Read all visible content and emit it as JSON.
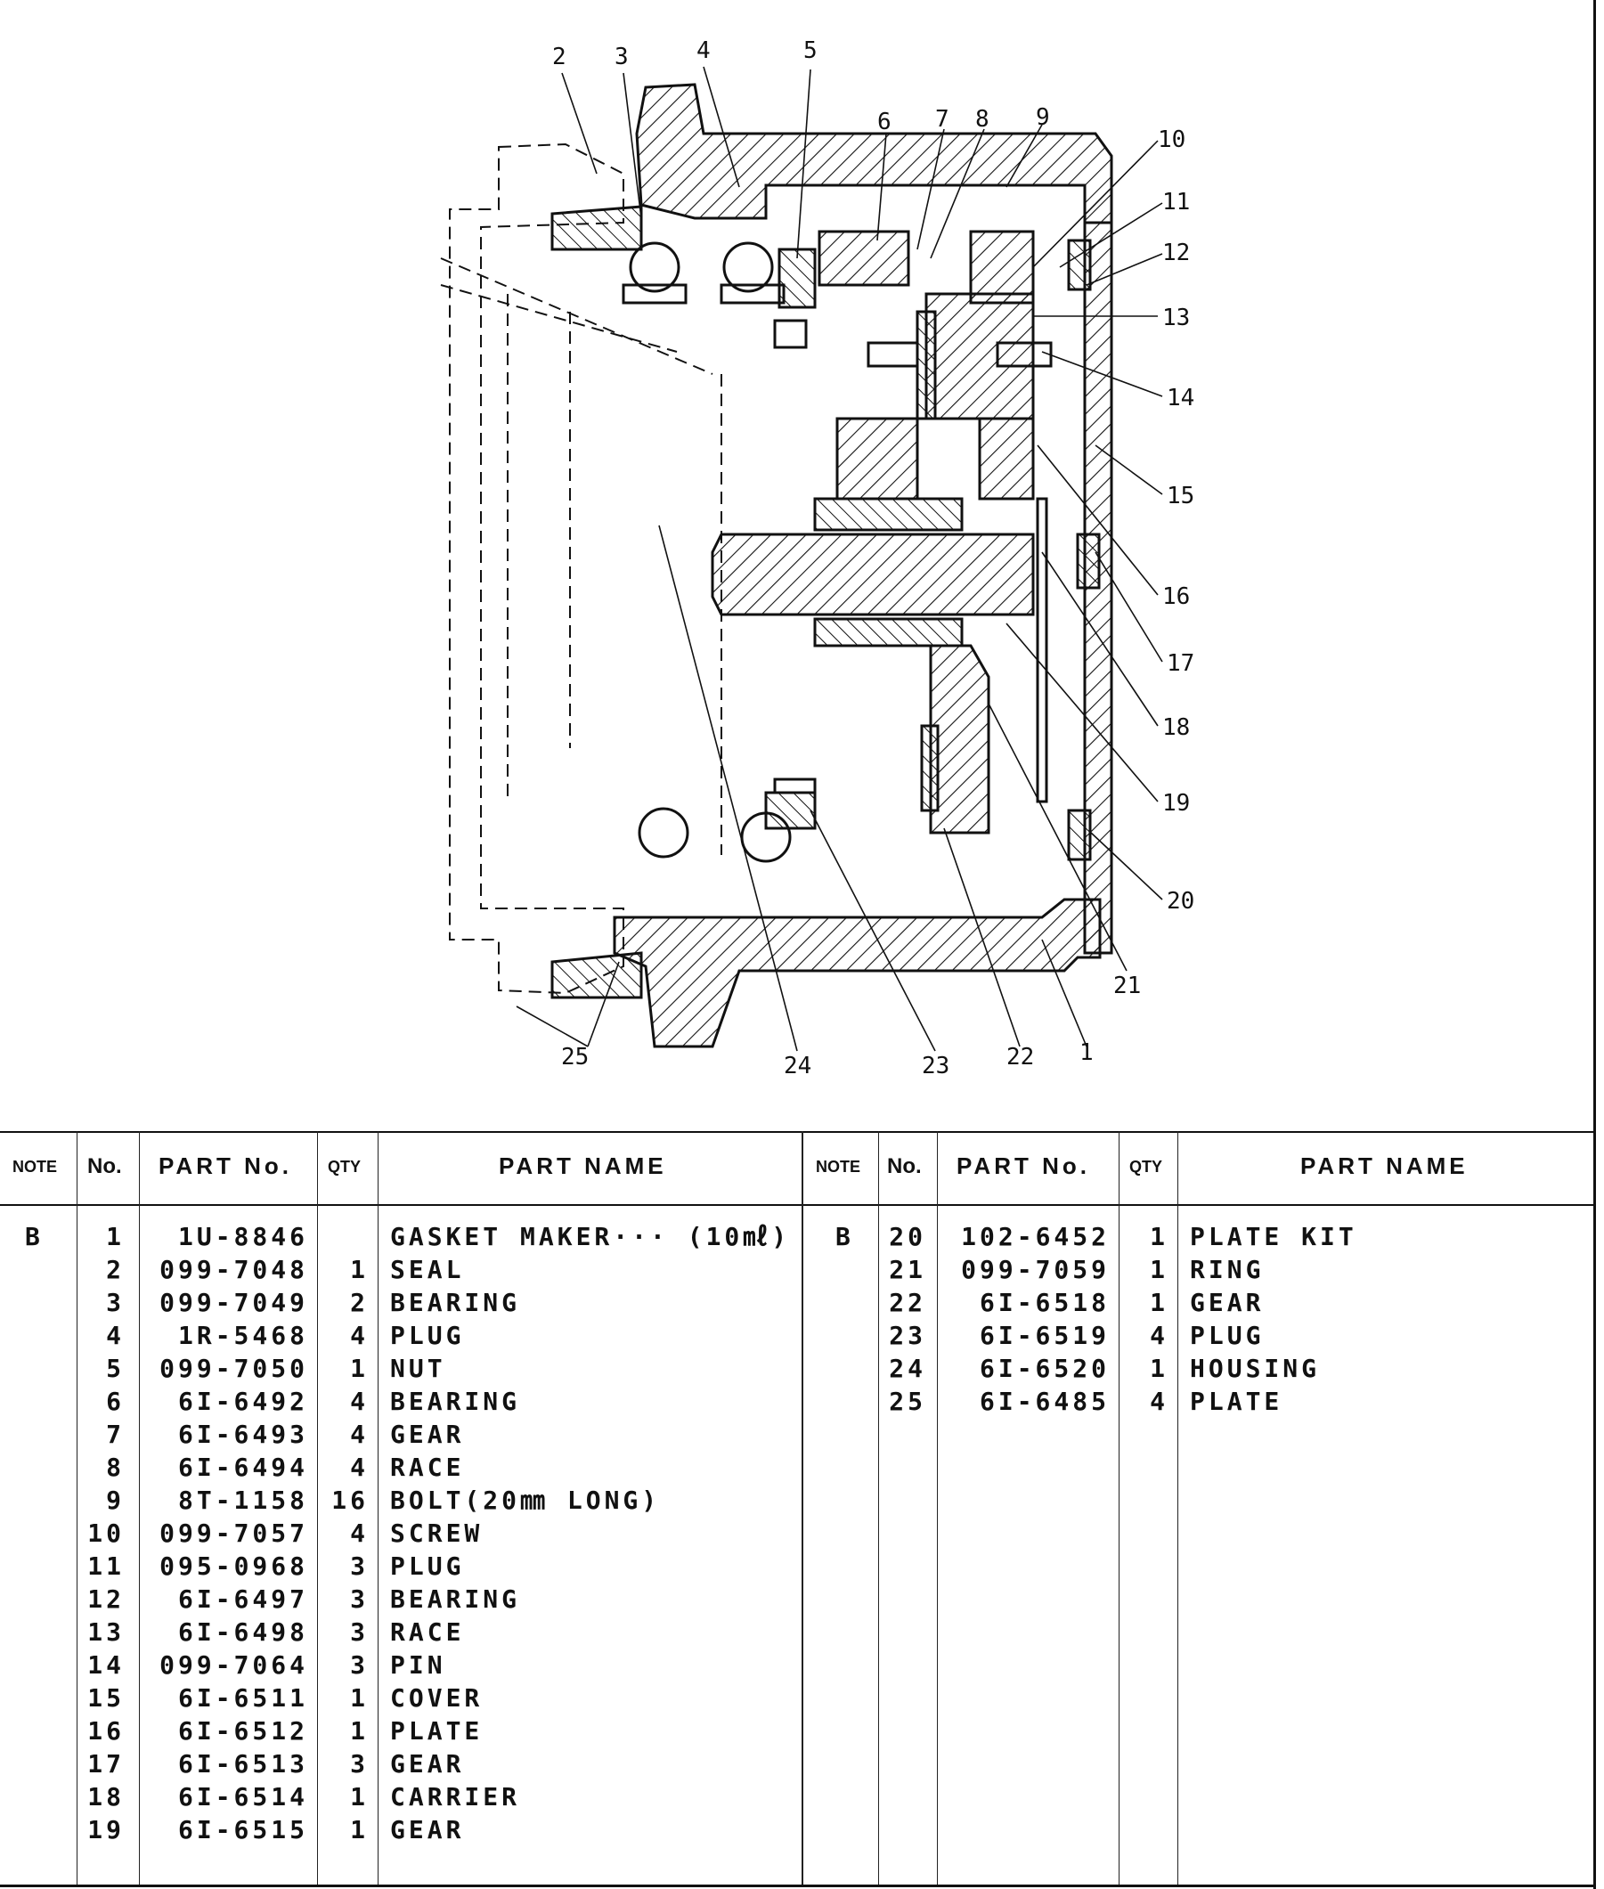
{
  "callouts": [
    "1",
    "2",
    "3",
    "4",
    "5",
    "6",
    "7",
    "8",
    "9",
    "10",
    "11",
    "12",
    "13",
    "14",
    "15",
    "16",
    "17",
    "18",
    "19",
    "20",
    "21",
    "22",
    "23",
    "24",
    "25"
  ],
  "table": {
    "headers": {
      "note": "NOTE",
      "no": "No.",
      "part_no": "PART No.",
      "qty": "QTY",
      "part_name": "PART NAME"
    },
    "left_rows": [
      {
        "note": "B",
        "no": "1",
        "part_no": "1U-8846",
        "qty": "",
        "name": "GASKET MAKER··· (10㎖)"
      },
      {
        "note": "",
        "no": "2",
        "part_no": "099-7048",
        "qty": "1",
        "name": "SEAL"
      },
      {
        "note": "",
        "no": "3",
        "part_no": "099-7049",
        "qty": "2",
        "name": "BEARING"
      },
      {
        "note": "",
        "no": "4",
        "part_no": "1R-5468",
        "qty": "4",
        "name": "PLUG"
      },
      {
        "note": "",
        "no": "5",
        "part_no": "099-7050",
        "qty": "1",
        "name": "NUT"
      },
      {
        "note": "",
        "no": "6",
        "part_no": "6I-6492",
        "qty": "4",
        "name": "BEARING"
      },
      {
        "note": "",
        "no": "7",
        "part_no": "6I-6493",
        "qty": "4",
        "name": "GEAR"
      },
      {
        "note": "",
        "no": "8",
        "part_no": "6I-6494",
        "qty": "4",
        "name": "RACE"
      },
      {
        "note": "",
        "no": "9",
        "part_no": "8T-1158",
        "qty": "16",
        "name": "BOLT(20㎜ LONG)"
      },
      {
        "note": "",
        "no": "10",
        "part_no": "099-7057",
        "qty": "4",
        "name": "SCREW"
      },
      {
        "note": "",
        "no": "11",
        "part_no": "095-0968",
        "qty": "3",
        "name": "PLUG"
      },
      {
        "note": "",
        "no": "12",
        "part_no": "6I-6497",
        "qty": "3",
        "name": "BEARING"
      },
      {
        "note": "",
        "no": "13",
        "part_no": "6I-6498",
        "qty": "3",
        "name": "RACE"
      },
      {
        "note": "",
        "no": "14",
        "part_no": "099-7064",
        "qty": "3",
        "name": "PIN"
      },
      {
        "note": "",
        "no": "15",
        "part_no": "6I-6511",
        "qty": "1",
        "name": "COVER"
      },
      {
        "note": "",
        "no": "16",
        "part_no": "6I-6512",
        "qty": "1",
        "name": "PLATE"
      },
      {
        "note": "",
        "no": "17",
        "part_no": "6I-6513",
        "qty": "3",
        "name": "GEAR"
      },
      {
        "note": "",
        "no": "18",
        "part_no": "6I-6514",
        "qty": "1",
        "name": "CARRIER"
      },
      {
        "note": "",
        "no": "19",
        "part_no": "6I-6515",
        "qty": "1",
        "name": "GEAR"
      }
    ],
    "right_rows": [
      {
        "note": "B",
        "no": "20",
        "part_no": "102-6452",
        "qty": "1",
        "name": "PLATE KIT"
      },
      {
        "note": "",
        "no": "21",
        "part_no": "099-7059",
        "qty": "1",
        "name": "RING"
      },
      {
        "note": "",
        "no": "22",
        "part_no": "6I-6518",
        "qty": "1",
        "name": "GEAR"
      },
      {
        "note": "",
        "no": "23",
        "part_no": "6I-6519",
        "qty": "4",
        "name": "PLUG"
      },
      {
        "note": "",
        "no": "24",
        "part_no": "6I-6520",
        "qty": "1",
        "name": "HOUSING"
      },
      {
        "note": "",
        "no": "25",
        "part_no": "6I-6485",
        "qty": "4",
        "name": "PLATE"
      }
    ]
  }
}
